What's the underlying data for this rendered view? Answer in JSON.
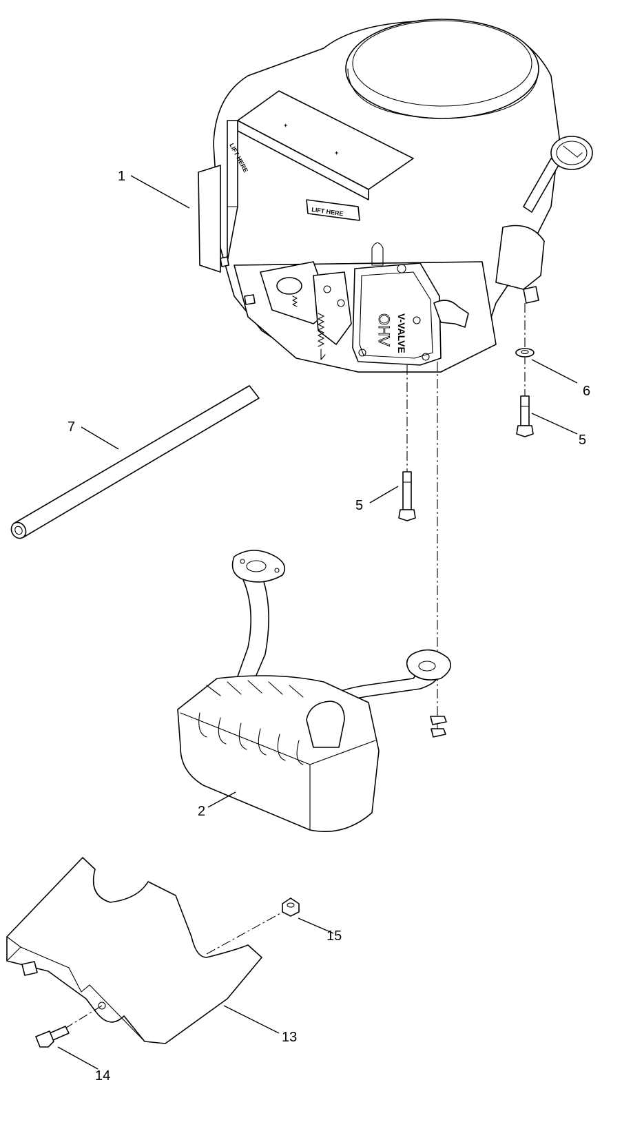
{
  "callouts": {
    "engine": "1",
    "muffler": "2",
    "bolt_right": "5",
    "bolt_center": "5",
    "washer": "6",
    "tube": "7",
    "heat_shield": "13",
    "shield_bolt": "14",
    "shield_nut": "15"
  },
  "engine_markings": {
    "lift_here_front": "LIFT HERE",
    "lift_here_side": "LIFT HERE",
    "ohv": "OHV",
    "v_valve": "V-VALVE"
  }
}
